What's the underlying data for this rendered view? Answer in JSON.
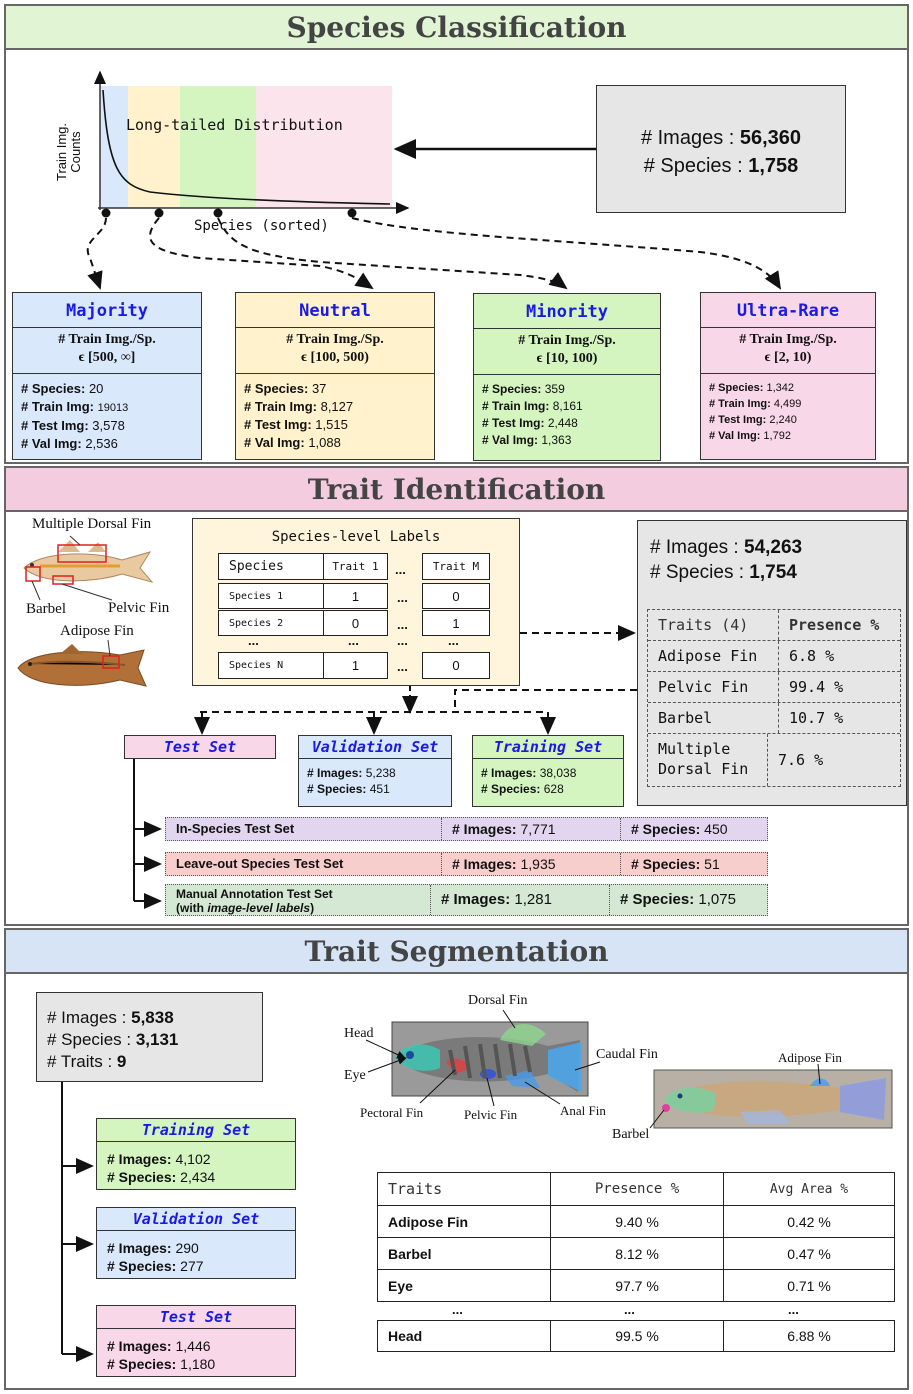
{
  "species_classification": {
    "title": "Species Classification",
    "chart": {
      "y_label_line1": "Train Img.",
      "y_label_line2": "Counts",
      "x_label": "Species (sorted)",
      "curve_label": "Long-tailed Distribution"
    },
    "summary": {
      "images_label": "# Images : ",
      "images_value": "56,360",
      "species_label": "# Species : ",
      "species_value": "1,758"
    },
    "groups": [
      {
        "name": "Majority",
        "range_label": "# Train Img./Sp.",
        "range": "ϵ [500, ∞]",
        "species": "20",
        "train": "19013",
        "test": "3,578",
        "val": "2,536",
        "color": "#dae8fc"
      },
      {
        "name": "Neutral",
        "range_label": "# Train Img./Sp.",
        "range": "ϵ [100, 500)",
        "species": "37",
        "train": "8,127",
        "test": "1,515",
        "val": "1,088",
        "color": "#fff2cc"
      },
      {
        "name": "Minority",
        "range_label": "# Train Img./Sp.",
        "range": "ϵ [10, 100)",
        "species": "359",
        "train": "8,161",
        "test": "2,448",
        "val": "1,363",
        "color": "#d5f5c0"
      },
      {
        "name": "Ultra-Rare",
        "range_label": "# Train Img./Sp.",
        "range": "ϵ [2, 10)",
        "species": "1,342",
        "train": "4,499",
        "test": "2,240",
        "val": "1,792",
        "color": "#f8d7e8"
      }
    ],
    "stat_labels": {
      "species": "# Species:",
      "train": "# Train Img:",
      "test": "# Test Img:",
      "val": "# Val Img:"
    }
  },
  "trait_identification": {
    "title": "Trait Identification",
    "fish_labels": {
      "dorsal": "Multiple Dorsal Fin",
      "barbel": "Barbel",
      "pelvic": "Pelvic Fin",
      "adipose": "Adipose Fin"
    },
    "label_table": {
      "title": "Species-level Labels",
      "col_species": "Species",
      "col_trait1": "Trait 1",
      "col_traitm": "Trait M",
      "ellipsis": "...",
      "rows": [
        {
          "name": "Species 1",
          "t1": "1",
          "tm": "0"
        },
        {
          "name": "Species 2",
          "t1": "0",
          "tm": "1"
        },
        {
          "name": "...",
          "t1": "...",
          "tm": "..."
        },
        {
          "name": "Species N",
          "t1": "1",
          "tm": "0"
        }
      ]
    },
    "summary": {
      "images_label": "# Images : ",
      "images_value": "54,263",
      "species_label": "# Species : ",
      "species_value": "1,754",
      "col_traits": "Traits (4)",
      "col_presence": "Presence %",
      "rows": [
        {
          "trait": "Adipose Fin",
          "presence": "6.8 %"
        },
        {
          "trait": "Pelvic Fin",
          "presence": "99.4 %"
        },
        {
          "trait": "Barbel",
          "presence": "10.7 %"
        },
        {
          "trait": "Multiple Dorsal Fin",
          "presence": "7.6 %"
        }
      ]
    },
    "splits": {
      "test": {
        "name": "Test Set"
      },
      "validation": {
        "name": "Validation Set",
        "images": "5,238",
        "species": "451"
      },
      "training": {
        "name": "Training Set",
        "images": "38,038",
        "species": "628"
      }
    },
    "test_subsets": [
      {
        "name": "In-Species Test Set",
        "images": "7,771",
        "species": "450",
        "color": "#e1d5f0"
      },
      {
        "name": "Leave-out Species Test Set",
        "images": "1,935",
        "species": "51",
        "color": "#f8cecc"
      },
      {
        "name": "Manual Annotation Test Set",
        "name_line2_pre": "(with ",
        "name_line2_em": "image-level labels",
        "name_line2_post": ")",
        "images": "1,281",
        "species": "1,075",
        "color": "#d5e8d4"
      }
    ],
    "images_label": "# Images:",
    "species_label": "# Species:"
  },
  "trait_segmentation": {
    "title": "Trait Segmentation",
    "summary": {
      "images_label": "# Images : ",
      "images_value": "5,838",
      "species_label": "# Species : ",
      "species_value": "3,131",
      "traits_label": "# Traits : ",
      "traits_value": "9"
    },
    "splits": [
      {
        "name": "Training Set",
        "images": "4,102",
        "species": "2,434",
        "color": "#d5f5c0"
      },
      {
        "name": "Validation Set",
        "images": "290",
        "species": "277",
        "color": "#dae8fc"
      },
      {
        "name": "Test Set",
        "images": "1,446",
        "species": "1,180",
        "color": "#f8d7e8"
      }
    ],
    "images_label": "# Images:",
    "species_label": "# Species:",
    "fish_labels": {
      "dorsal": "Dorsal Fin",
      "head": "Head",
      "eye": "Eye",
      "caudal": "Caudal Fin",
      "pectoral": "Pectoral Fin",
      "pelvic": "Pelvic Fin",
      "anal": "Anal Fin",
      "adipose": "Adipose Fin",
      "barbel": "Barbel"
    },
    "table": {
      "col_traits": "Traits",
      "col_presence": "Presence %",
      "col_area": "Avg Area %",
      "rows": [
        {
          "trait": "Adipose Fin",
          "presence": "9.40 %",
          "area": "0.42 %"
        },
        {
          "trait": "Barbel",
          "presence": "8.12 %",
          "area": "0.47 %"
        },
        {
          "trait": "Eye",
          "presence": "97.7 %",
          "area": "0.71 %"
        },
        {
          "trait": "...",
          "presence": "...",
          "area": "..."
        },
        {
          "trait": "Head",
          "presence": "99.5 %",
          "area": "6.88 %"
        }
      ]
    }
  },
  "colors": {
    "banner_green": "#e1f5d4",
    "banner_pink": "#f4cce0",
    "banner_blue": "#d6e4f5",
    "header_blue": "#1a1ae6",
    "gray_box": "#e6e6e6",
    "cream": "#fff5dc"
  }
}
